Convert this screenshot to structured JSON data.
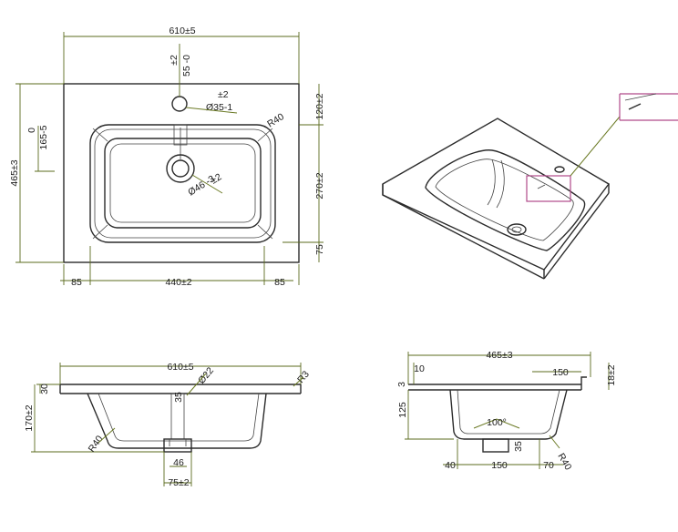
{
  "top_view": {
    "width": "610±5",
    "tap_hole_offset_a": "±2",
    "tap_hole_offset_b": "55 -0",
    "tap_hole_dia_tol": "±2",
    "tap_hole_dia": "Ø35-1",
    "corner_radius": "R40",
    "drain_dia_tol": "±2",
    "drain_dia": "Ø46 -3",
    "depth_total": "465±3",
    "left_offset_a": "0",
    "left_offset_b": "165-5",
    "right_top": "120±2",
    "right_mid": "270±2",
    "right_bottom": "75",
    "bottom_left": "85",
    "bottom_mid": "440±2",
    "bottom_right": "85"
  },
  "front_section": {
    "width": "610±5",
    "overflow_dia": "Ø22",
    "edge_radius": "R3",
    "slab_thickness": "30",
    "height": "170±2",
    "bowl_radius": "R40",
    "overflow_depth": "35",
    "drain_width": "46",
    "drain_outer": "75±2"
  },
  "side_section": {
    "depth": "465±3",
    "thickness_a": "3",
    "thickness_b": "10",
    "back_offset": "150",
    "lip_height": "18±2",
    "bowl_height": "125",
    "slope_angle": "100°",
    "overflow_depth": "35",
    "bowl_radius": "R40",
    "bottom_left": "40",
    "bottom_mid": "150",
    "bottom_right": "70"
  }
}
